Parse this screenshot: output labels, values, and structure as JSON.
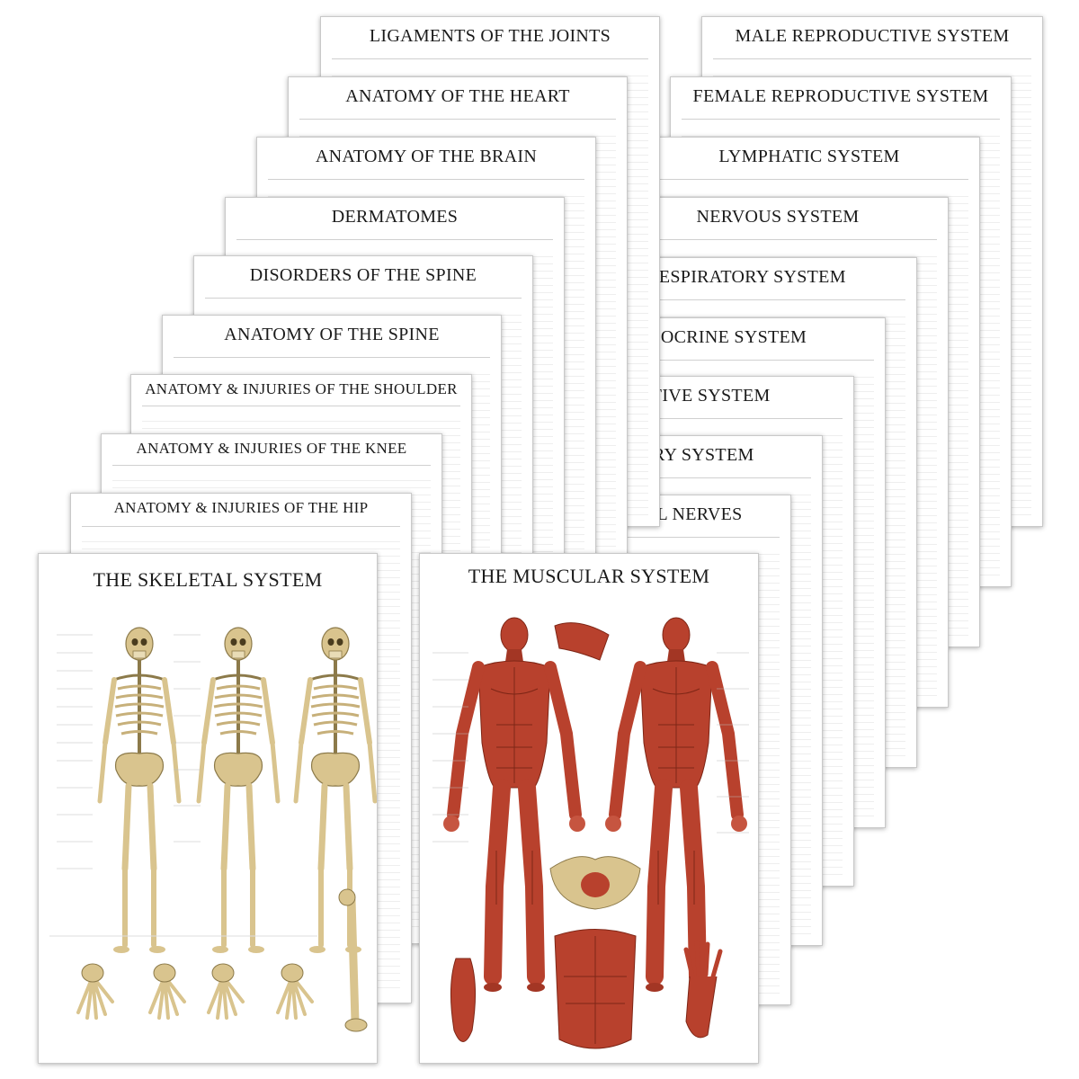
{
  "posters": {
    "right": [
      "MALE REPRODUCTIVE SYSTEM",
      "FEMALE REPRODUCTIVE SYSTEM",
      "LYMPHATIC SYSTEM",
      "NERVOUS SYSTEM",
      "RESPIRATORY SYSTEM",
      "ENDOCRINE SYSTEM",
      "DIGESTIVE SYSTEM",
      "CIRCULATORY SYSTEM",
      "SPINAL & CRANIAL NERVES"
    ],
    "left": [
      "LIGAMENTS OF THE JOINTS",
      "ANATOMY OF THE HEART",
      "ANATOMY OF THE BRAIN",
      "DERMATOMES",
      "DISORDERS OF THE SPINE",
      "ANATOMY OF THE SPINE",
      "ANATOMY & INJURIES OF THE SHOULDER",
      "ANATOMY & INJURIES OF THE KNEE",
      "ANATOMY & INJURIES OF THE HIP"
    ],
    "front_left": "THE SKELETAL SYSTEM",
    "front_right": "THE MUSCULAR SYSTEM"
  },
  "colors": {
    "bone": "#d9c48e",
    "bone_shadow": "#8c7a4a",
    "muscle": "#b8412d",
    "muscle_dark": "#7e2616",
    "label_text": "#777777"
  }
}
